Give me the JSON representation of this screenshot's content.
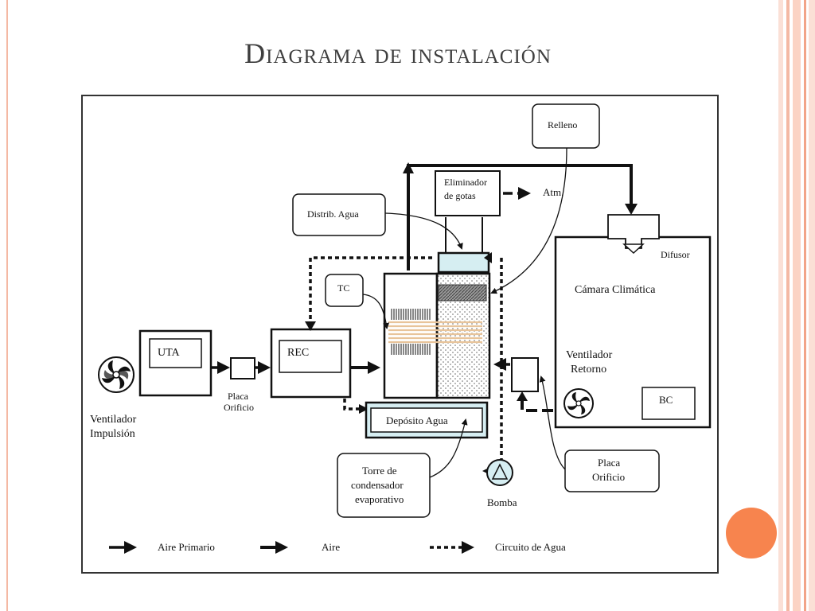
{
  "slide": {
    "title": "Diagrama de instalación"
  },
  "labels": {
    "uta": "UTA",
    "rec": "REC",
    "placa_orificio_left": [
      "Placa",
      "Orificio"
    ],
    "ventilador_impulsion": [
      "Ventilador",
      "Impulsión"
    ],
    "relleno": "Relleno",
    "eliminador": [
      "Eliminador",
      "de gotas"
    ],
    "atm": "Atm.",
    "distrib_agua": "Distrib. Agua",
    "tc": "TC",
    "difusor": "Difusor",
    "camara": "Cámara Climática",
    "ventilador_retorno": [
      "Ventilador",
      "Retorno"
    ],
    "bc": "BC",
    "deposito": "Depósito Agua",
    "torre": [
      "Torre de",
      "condensador",
      "evaporativo"
    ],
    "bomba": "Bomba",
    "placa_orificio_right": [
      "Placa",
      "Orificio"
    ]
  },
  "legend": {
    "aire_primario": "Aire Primario",
    "aire": "Aire",
    "circuito_agua": "Circuito de Agua"
  },
  "colors": {
    "accent_orange": "#f7844e",
    "stripe_salmon": "#f4b9a4",
    "water_light_blue": "#d6eef2",
    "filler_tan": "#e8c49a"
  }
}
